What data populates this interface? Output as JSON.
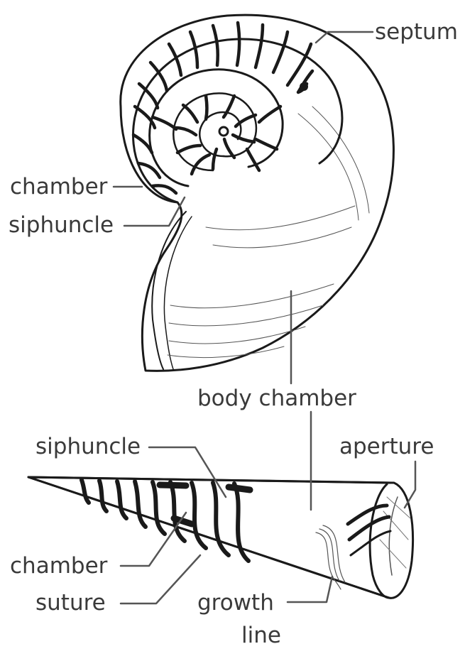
{
  "labels": {
    "septum": "septum",
    "chamber_top": "chamber",
    "siphuncle_top": "siphuncle",
    "body_chamber": "body chamber",
    "siphuncle_bottom": "siphuncle",
    "aperture": "aperture",
    "chamber_bottom": "chamber",
    "suture": "suture",
    "growth": "growth",
    "line": "line"
  },
  "colors": {
    "ink": "#1a1a1a",
    "label": "#3a3a3a",
    "leader": "#555555",
    "background": "#ffffff"
  }
}
